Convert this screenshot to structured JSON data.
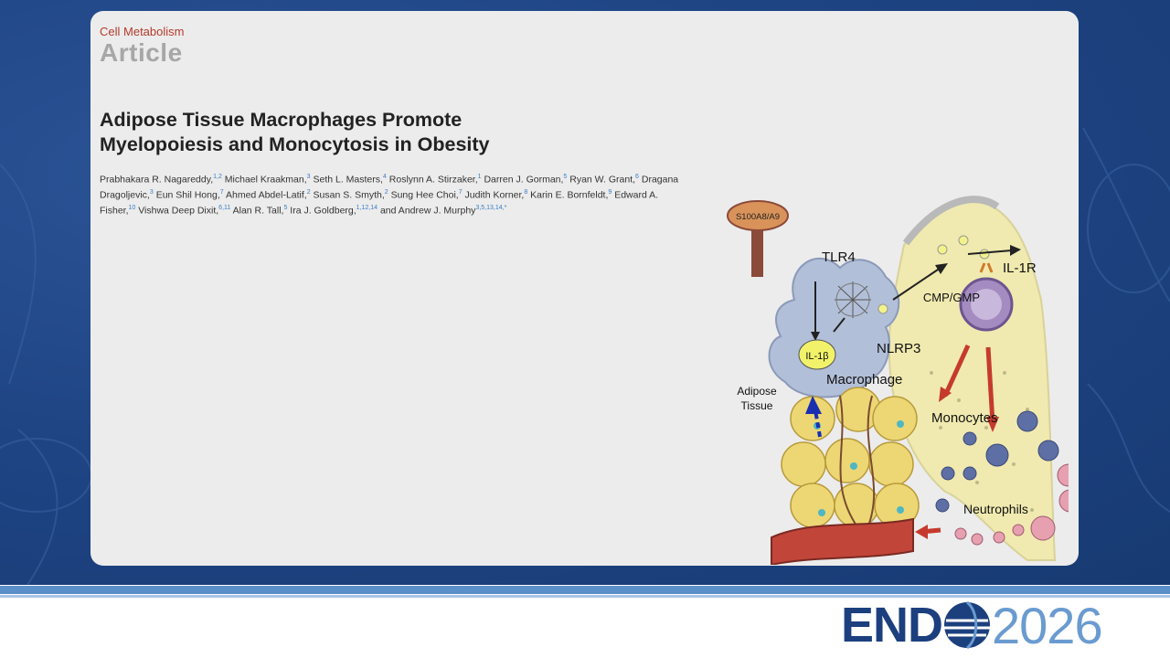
{
  "slide": {
    "journal": "Cell Metabolism",
    "article_label": "Article",
    "title_line1": "Adipose Tissue Macrophages Promote",
    "title_line2": "Myelopoiesis and Monocytosis in Obesity",
    "authors": [
      {
        "name": "Prabhakara R. Nagareddy,",
        "sup": "1,2"
      },
      {
        "name": "Michael Kraakman,",
        "sup": "3"
      },
      {
        "name": "Seth L. Masters,",
        "sup": "4"
      },
      {
        "name": "Roslynn A. Stirzaker,",
        "sup": "1"
      },
      {
        "name": "Darren J. Gorman,",
        "sup": "5"
      },
      {
        "name": "Ryan W. Grant,",
        "sup": "6"
      },
      {
        "name": "Dragana Dragoljevic,",
        "sup": "3"
      },
      {
        "name": "Eun Shil Hong,",
        "sup": "7"
      },
      {
        "name": "Ahmed Abdel-Latif,",
        "sup": "2"
      },
      {
        "name": "Susan S. Smyth,",
        "sup": "2"
      },
      {
        "name": "Sung Hee Choi,",
        "sup": "7"
      },
      {
        "name": "Judith Korner,",
        "sup": "8"
      },
      {
        "name": "Karin E. Bornfeldt,",
        "sup": "9"
      },
      {
        "name": "Edward A. Fisher,",
        "sup": "10"
      },
      {
        "name": "Vishwa Deep Dixit,",
        "sup": "6,11"
      },
      {
        "name": "Alan R. Tall,",
        "sup": "5"
      },
      {
        "name": "Ira J. Goldberg,",
        "sup": "1,12,14"
      },
      {
        "name": "and Andrew J. Murphy",
        "sup": "3,5,13,14,*"
      }
    ]
  },
  "figure": {
    "s100": "S100A8/A9",
    "tlr4": "TLR4",
    "nlrp3": "NLRP3",
    "il1b": "IL-1β",
    "macrophage": "Macrophage",
    "adipose_line1": "Adipose",
    "adipose_line2": "Tissue",
    "il1r": "IL-1R",
    "cmp": "CMP/GMP",
    "monocytes": "Monocytes",
    "neutrophils": "Neutrophils"
  },
  "footer": {
    "brand": "END",
    "year": "2026",
    "colors": {
      "brand": "#1c3f7e",
      "year": "#6a9bd0",
      "rule": "#5b8fc9"
    }
  }
}
